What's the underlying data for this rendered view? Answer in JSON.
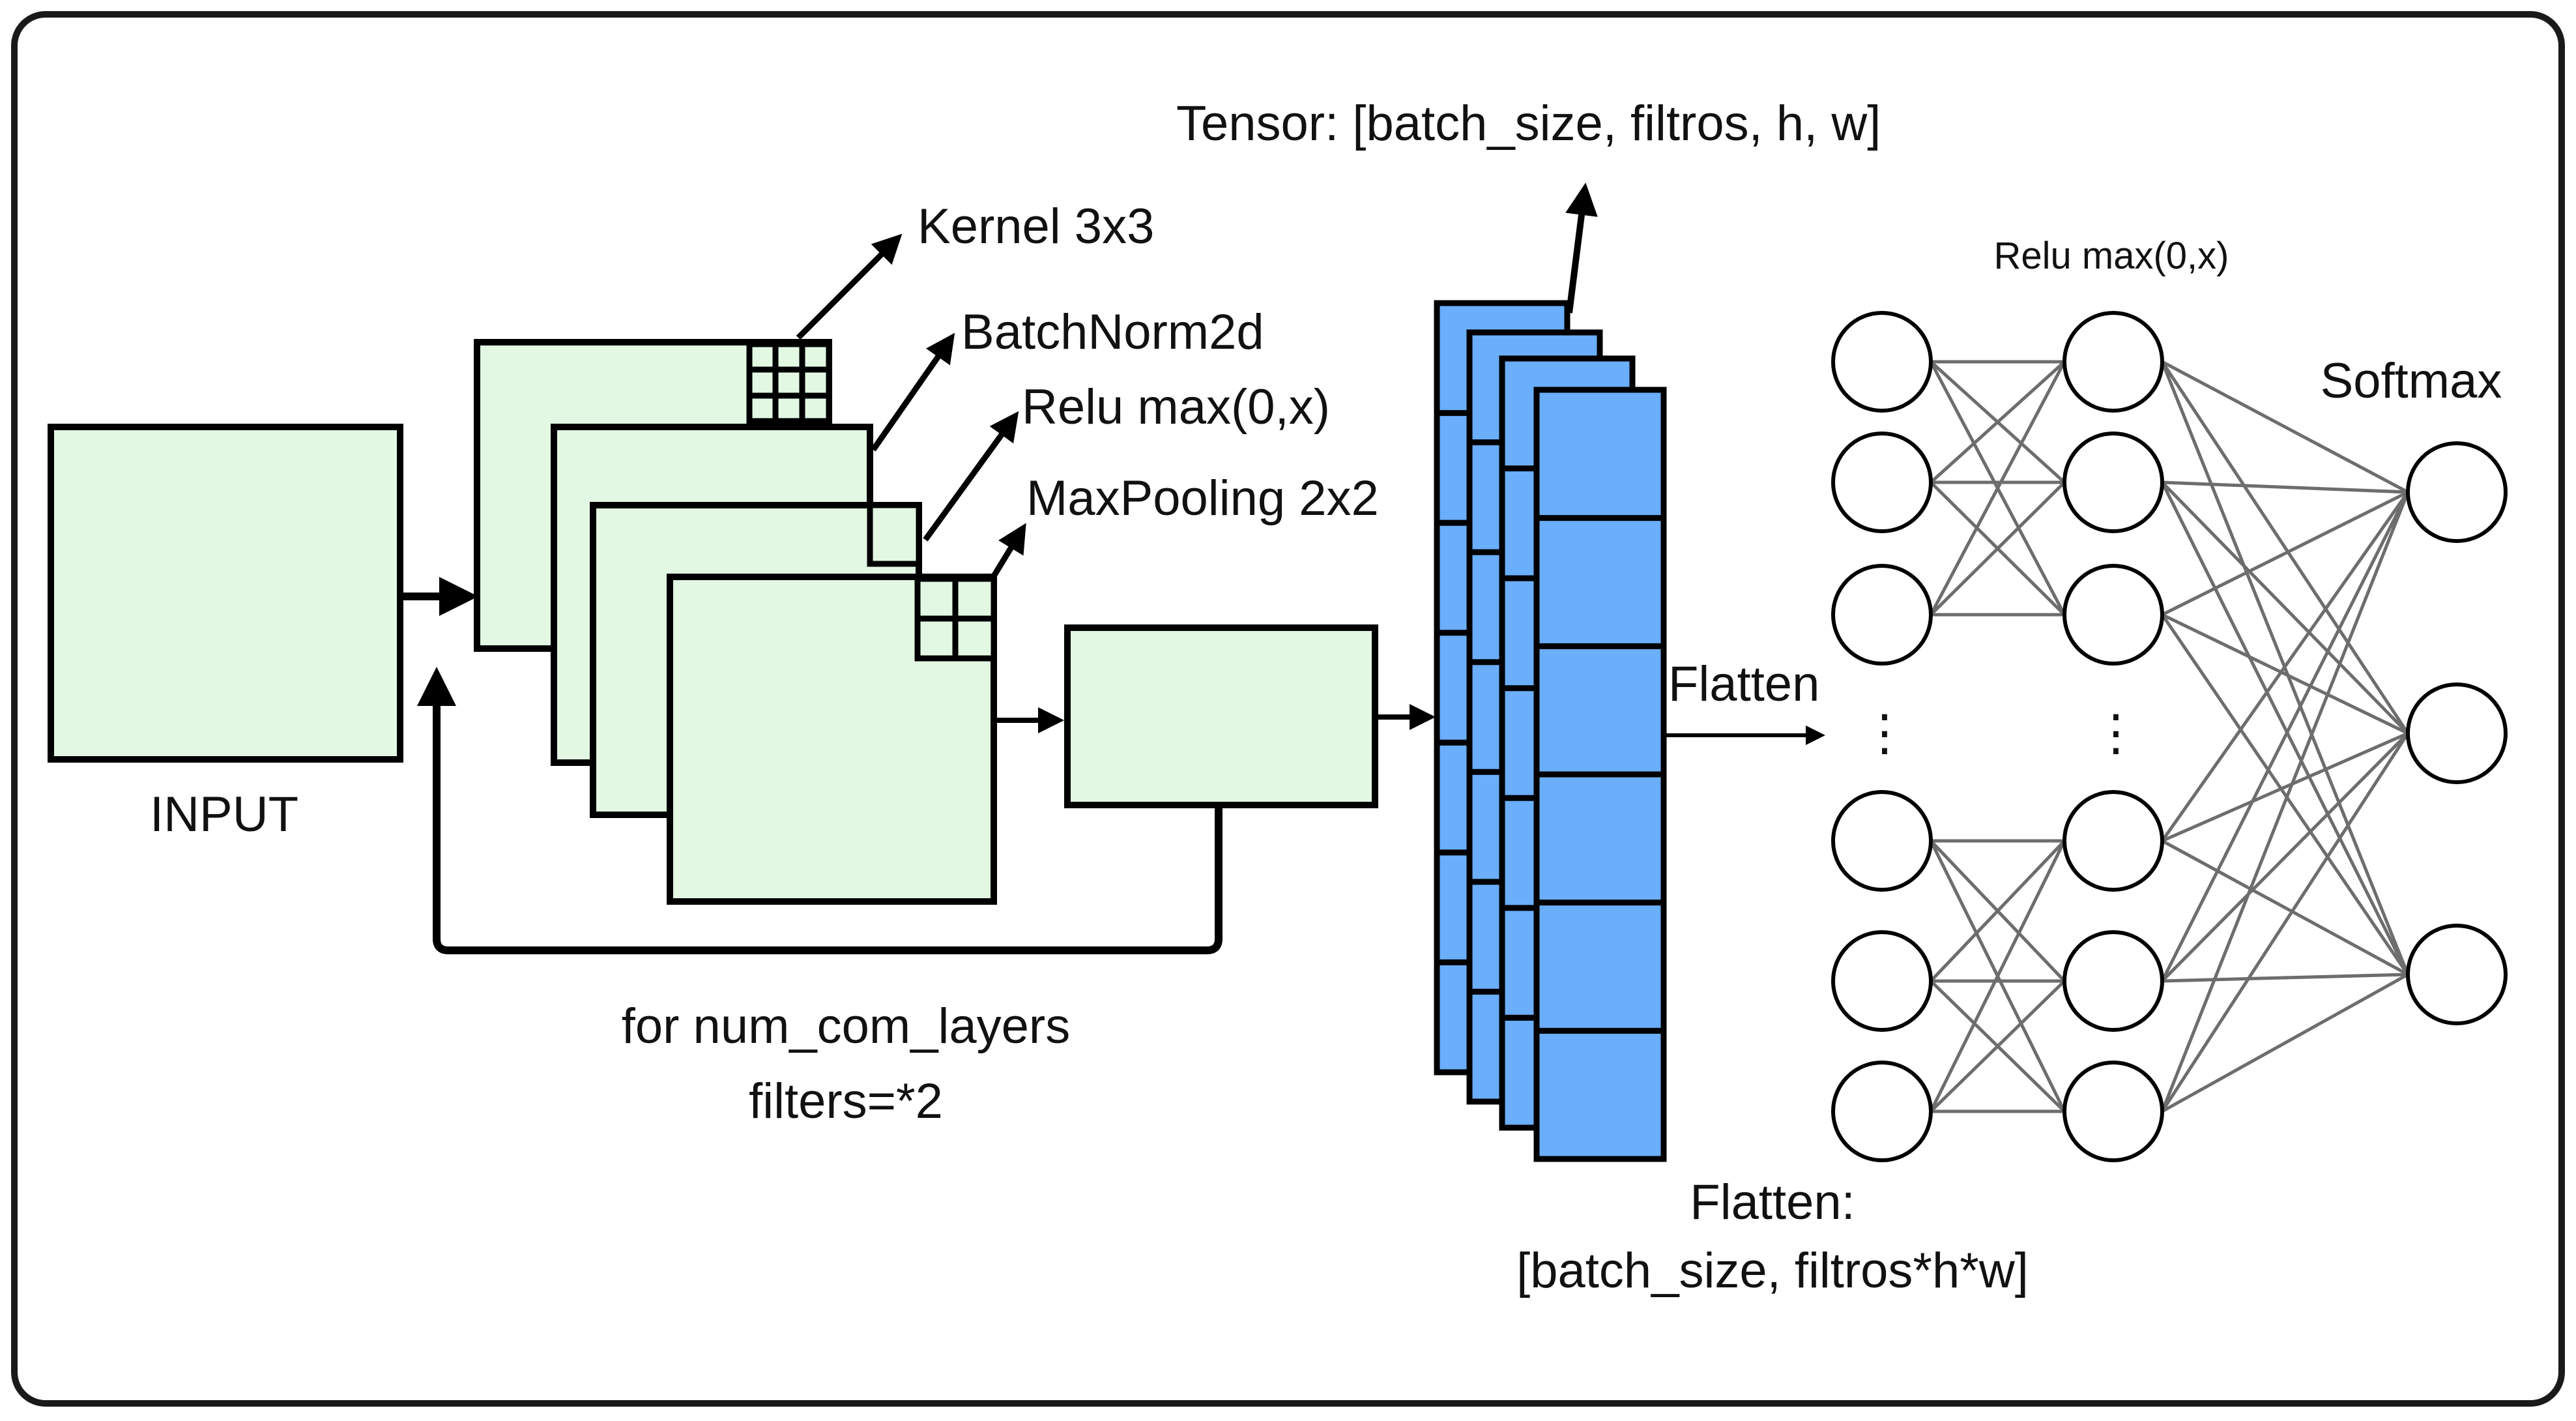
{
  "labels": {
    "input": "INPUT",
    "kernel": "Kernel 3x3",
    "batchnorm": "BatchNorm2d",
    "relu_conv": "Relu max(0,x)",
    "maxpool": "MaxPooling 2x2",
    "loop_line1": "for num_com_layers",
    "loop_line2": "filters=*2",
    "tensor": "Tensor: [batch_size, filtros, h, w]",
    "flatten_arrow": "Flatten",
    "flatten_line1": "Flatten:",
    "flatten_line2": "[batch_size, filtros*h*w]",
    "relu_dense": "Relu max(0,x)",
    "softmax": "Softmax",
    "ellipsis_col1": "⋮",
    "ellipsis_col2": "⋮"
  },
  "colors": {
    "feature_map_fill": "#e2f8e3",
    "tensor_fill": "#6aaefc",
    "stroke": "#000000",
    "neuron_link": "#6d6d6d",
    "frame": "#1a1a1a"
  },
  "network": {
    "input_layer_neurons": 6,
    "hidden_layer_neurons": 6,
    "output_layer_neurons": 3
  }
}
